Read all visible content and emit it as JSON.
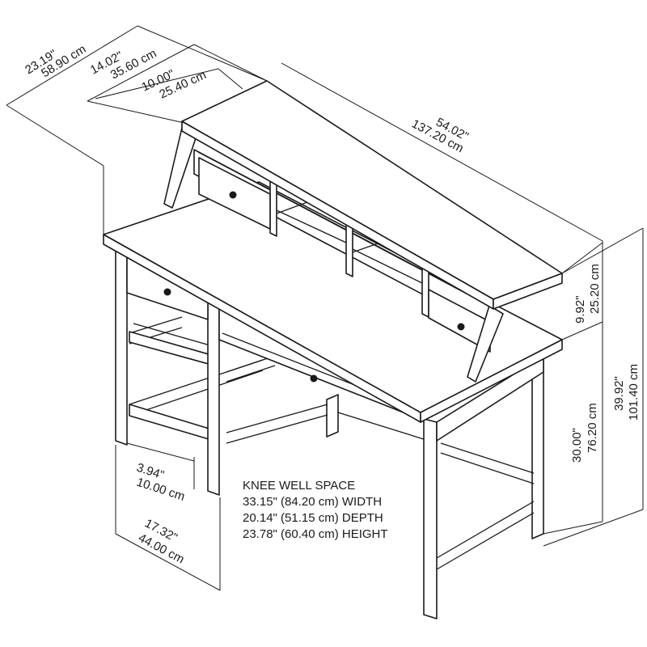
{
  "dimensions": {
    "total_depth_in": "23.19\"",
    "total_depth_cm": "58.90 cm",
    "desk_depth_in": "14.02\"",
    "desk_depth_cm": "35.60 cm",
    "hutch_depth_in": "10.00\"",
    "hutch_depth_cm": "25.40 cm",
    "width_in": "54.02\"",
    "width_cm": "137.20 cm",
    "hutch_height_in": "9.92\"",
    "hutch_height_cm": "25.20 cm",
    "desk_height_in": "30.00\"",
    "desk_height_cm": "76.20 cm",
    "total_height_in": "39.92\"",
    "total_height_cm": "101.40 cm",
    "shelf_clearance_in": "3.94\"",
    "shelf_clearance_cm": "10.00 cm",
    "leg_span_in": "17.32\"",
    "leg_span_cm": "44.00 cm"
  },
  "knee_well": {
    "title": "KNEE WELL SPACE",
    "width": "33.15\" (84.20 cm) WIDTH",
    "depth": "20.14\" (51.15 cm) DEPTH",
    "height": "23.78\" (60.40 cm) HEIGHT"
  }
}
